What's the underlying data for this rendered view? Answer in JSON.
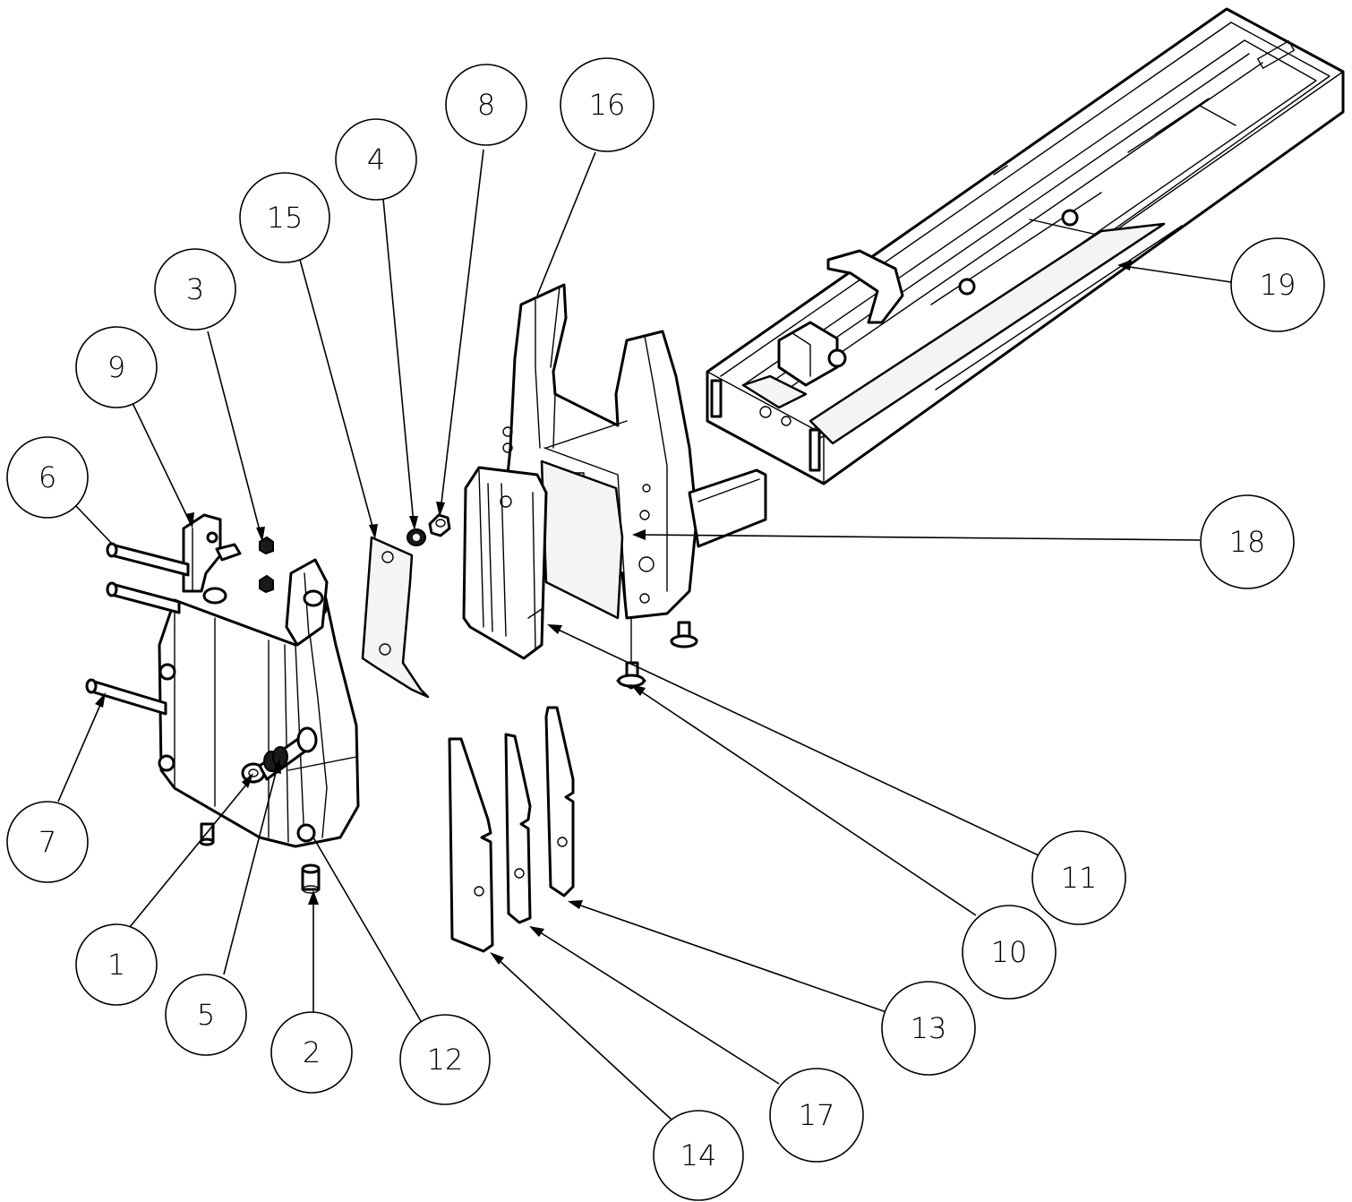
{
  "balloons": [
    {
      "id": "1",
      "label": "1"
    },
    {
      "id": "2",
      "label": "2"
    },
    {
      "id": "3",
      "label": "3"
    },
    {
      "id": "4",
      "label": "4"
    },
    {
      "id": "5",
      "label": "5"
    },
    {
      "id": "6",
      "label": "6"
    },
    {
      "id": "7",
      "label": "7"
    },
    {
      "id": "8",
      "label": "8"
    },
    {
      "id": "9",
      "label": "9"
    },
    {
      "id": "10",
      "label": "10"
    },
    {
      "id": "11",
      "label": "11"
    },
    {
      "id": "12",
      "label": "12"
    },
    {
      "id": "13",
      "label": "13"
    },
    {
      "id": "14",
      "label": "14"
    },
    {
      "id": "15",
      "label": "15"
    },
    {
      "id": "16",
      "label": "16"
    },
    {
      "id": "17",
      "label": "17"
    },
    {
      "id": "18",
      "label": "18"
    },
    {
      "id": "19",
      "label": "19"
    }
  ],
  "colors": {
    "line": "#000000",
    "background": "#ffffff"
  }
}
